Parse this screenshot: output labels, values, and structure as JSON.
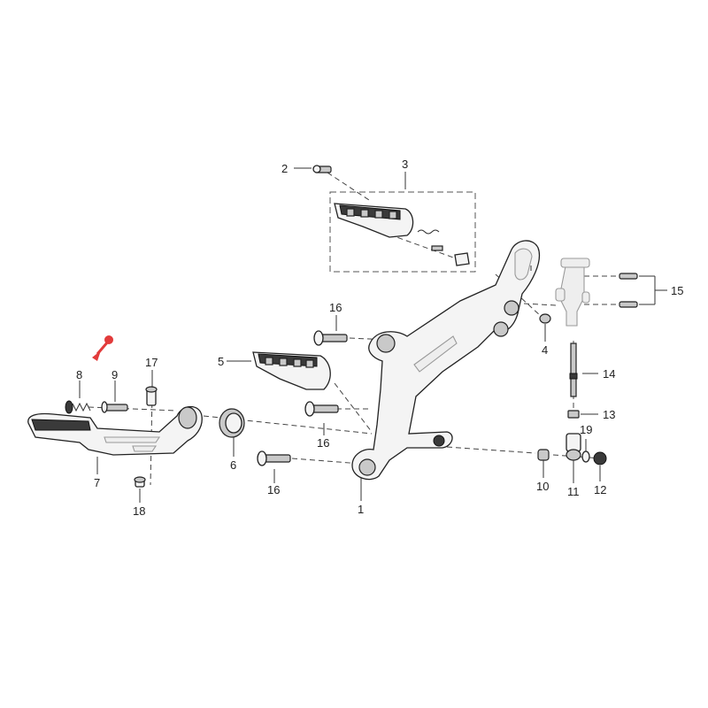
{
  "labels": {
    "p1": "1",
    "p2": "2",
    "p3": "3",
    "p4": "4",
    "p5": "5",
    "p6": "6",
    "p7": "7",
    "p8": "8",
    "p9": "9",
    "p10": "10",
    "p11": "11",
    "p12": "12",
    "p13": "13",
    "p14": "14",
    "p15": "15",
    "p16a": "16",
    "p16b": "16",
    "p16c": "16",
    "p17": "17",
    "p18": "18",
    "p19": "19"
  },
  "colors": {
    "marker": "#e23b3b",
    "ink": "#222222"
  },
  "icons": {
    "marker": "pin-icon"
  }
}
